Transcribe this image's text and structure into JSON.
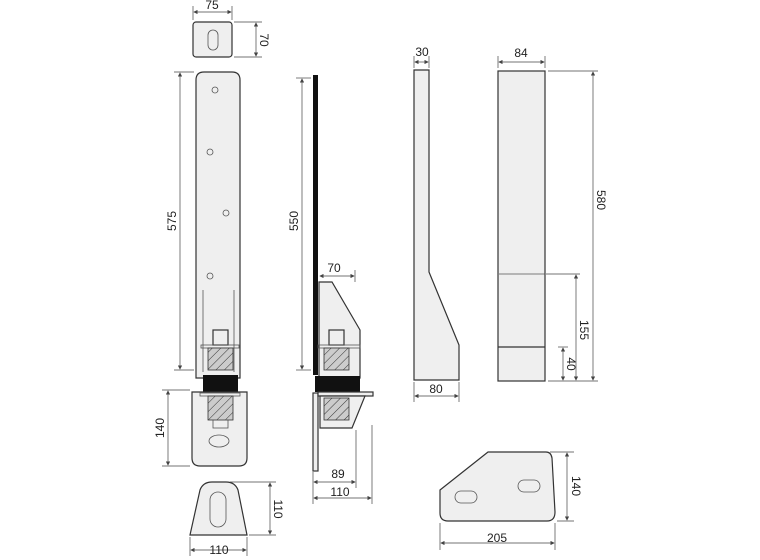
{
  "title": "Anti-vibration bracket dimension drawing",
  "dimensions": {
    "top_block_width": "75",
    "top_block_height": "70",
    "front_height": "575",
    "side_height": "550",
    "side_bracket_width": "70",
    "profile_top_width": "30",
    "profile_bottom_width": "80",
    "column_width": "84",
    "column_height": "580",
    "column_mid": "155",
    "column_bottom": "40",
    "lower_plate_height": "140",
    "side_lower_89": "89",
    "side_lower_110": "110",
    "base_bottom_width": "110",
    "base_bottom_height": "110",
    "plate_height": "140",
    "plate_width": "205"
  }
}
